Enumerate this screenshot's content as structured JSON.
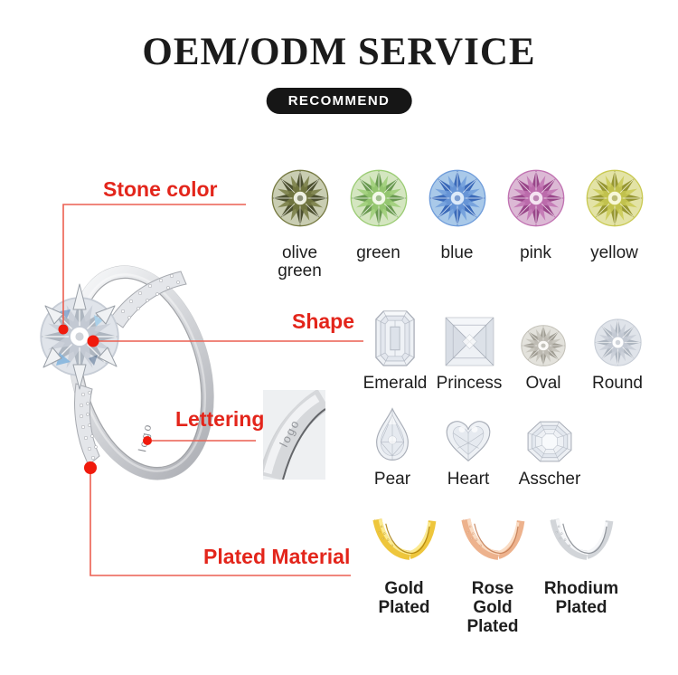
{
  "header": {
    "title": "OEM/ODM SERVICE",
    "badge": "RECOMMEND"
  },
  "colors": {
    "accent-red": "#e3251b",
    "line-red": "#ec5f50",
    "dot-red": "#f01a0c",
    "badge-bg": "#161616",
    "text-dark": "#1e1e1e",
    "title-color": "#1b1b1b"
  },
  "ring": {
    "engraving_text": "logo"
  },
  "stone_color_section": {
    "label": "Stone color",
    "items": [
      {
        "name": "olive green",
        "vars": {
          "gb": "#c9cdb2",
          "gd": "#3d4120",
          "gm": "#767a42",
          "gl": "#eef0e2"
        }
      },
      {
        "name": "green",
        "vars": {
          "gb": "#d4e6c0",
          "gd": "#5d9044",
          "gm": "#9bcc74",
          "gl": "#f3f9ea"
        }
      },
      {
        "name": "blue",
        "vars": {
          "gb": "#a9c9e9",
          "gd": "#2e5eb2",
          "gm": "#6f9cda",
          "gl": "#ddeaf9"
        }
      },
      {
        "name": "pink",
        "vars": {
          "gb": "#dcb9d5",
          "gd": "#90387f",
          "gm": "#c172b2",
          "gl": "#f4e3f1"
        }
      },
      {
        "name": "yellow",
        "vars": {
          "gb": "#e3e3a6",
          "gd": "#8d8d25",
          "gm": "#c9c952",
          "gl": "#f7f7d9"
        }
      }
    ]
  },
  "shape_section": {
    "label": "Shape",
    "row1": [
      "Emerald",
      "Princess",
      "Oval",
      "Round"
    ],
    "row2": [
      "Pear",
      "Heart",
      "Asscher"
    ]
  },
  "lettering_section": {
    "label": "Lettering",
    "engraving_text": "logo"
  },
  "plating_section": {
    "label": "Plated Material",
    "items": [
      {
        "line1": "Rhodium",
        "line2": "Plated"
      }
    ],
    "gold": {
      "line1": "Gold",
      "line2": "Plated",
      "vars": {
        "pm": "#eec63c",
        "pl": "#fbea91",
        "pd": "#a87c0a"
      }
    },
    "rose": {
      "line1": "Rose",
      "line2": "Gold Plated",
      "vars": {
        "pm": "#edb28d",
        "pl": "#fadcc4",
        "pd": "#c27a50"
      }
    },
    "rhodium": {
      "line1": "Rhodium",
      "line2": "Plated",
      "vars": {
        "pm": "#d2d5d9",
        "pl": "#f6f7f9",
        "pd": "#83878e"
      }
    }
  },
  "diamond_white": {
    "vars": {
      "gb": "#e0e4ea",
      "gd": "#a9b0bb",
      "gm": "#c7cdd6",
      "gl": "#ffffff"
    }
  },
  "oval_white": {
    "vars": {
      "gb": "#e3e2dc",
      "gd": "#98968b",
      "gm": "#c3c1b8",
      "gl": "#fbfaf7"
    }
  }
}
